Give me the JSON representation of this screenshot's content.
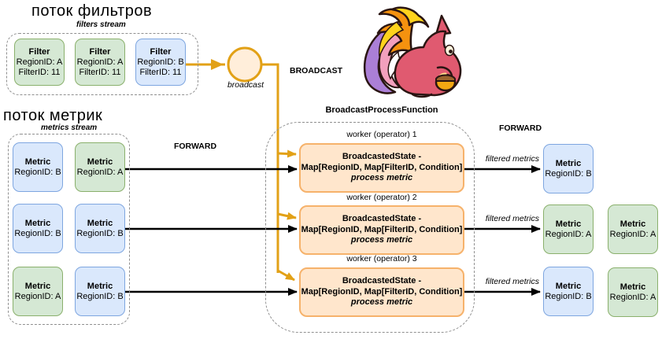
{
  "palette": {
    "green_fill": "#d5e8d4",
    "green_border": "#8ab06c",
    "blue_fill": "#dae8fc",
    "blue_border": "#7ea6e0",
    "orange_fill": "#ffe6cc",
    "orange_border": "#f6b26b",
    "line_orange": "#e2a117",
    "line_black": "#000000",
    "dashed_gray": "#8f8f8f"
  },
  "filters_stream": {
    "title": "поток фильтров",
    "subtitle": "filters stream",
    "items": [
      {
        "label": "Filter",
        "region": "RegionID: A",
        "filter": "FilterID: 11",
        "variant": "green"
      },
      {
        "label": "Filter",
        "region": "RegionID: A",
        "filter": "FilterID: 11",
        "variant": "green"
      },
      {
        "label": "Filter",
        "region": "RegionID: B",
        "filter": "FilterID: 11",
        "variant": "blue"
      }
    ]
  },
  "metrics_stream": {
    "title": "поток метрик",
    "subtitle": "metrics stream",
    "items": [
      {
        "label": "Metric",
        "region": "RegionID: B",
        "variant": "blue"
      },
      {
        "label": "Metric",
        "region": "RegionID: A",
        "variant": "green"
      },
      {
        "label": "Metric",
        "region": "RegionID: B",
        "variant": "blue"
      },
      {
        "label": "Metric",
        "region": "RegionID: B",
        "variant": "blue"
      },
      {
        "label": "Metric",
        "region": "RegionID: A",
        "variant": "green"
      },
      {
        "label": "Metric",
        "region": "RegionID: B",
        "variant": "blue"
      }
    ]
  },
  "broadcast": {
    "node_label": "broadcast",
    "edge_label": "BROADCAST"
  },
  "forward_label": "FORWARD",
  "bpf": {
    "title": "BroadcastProcessFunction",
    "workers": [
      {
        "label": "worker (operator) 1",
        "line1": "BroadcastedState -",
        "line2": "Map[RegionID, Map[FilterID, Condition]",
        "line3": "process metric"
      },
      {
        "label": "worker (operator) 2",
        "line1": "BroadcastedState -",
        "line2": "Map[RegionID, Map[FilterID, Condition]",
        "line3": "process metric"
      },
      {
        "label": "worker (operator) 3",
        "line1": "BroadcastedState -",
        "line2": "Map[RegionID, Map[FilterID, Condition]",
        "line3": "process metric"
      }
    ]
  },
  "outputs": {
    "edge_label": "filtered metrics",
    "rows": [
      {
        "boxes": [
          {
            "label": "Metric",
            "region": "RegionID: B",
            "variant": "blue"
          }
        ]
      },
      {
        "boxes": [
          {
            "label": "Metric",
            "region": "RegionID: A",
            "variant": "green"
          },
          {
            "label": "Metric",
            "region": "RegionID: A",
            "variant": "green"
          }
        ]
      },
      {
        "boxes": [
          {
            "label": "Metric",
            "region": "RegionID: B",
            "variant": "blue"
          },
          {
            "label": "Metric",
            "region": "RegionID: A",
            "variant": "green"
          }
        ]
      }
    ]
  },
  "logo": {
    "name": "Apache Flink squirrel"
  }
}
